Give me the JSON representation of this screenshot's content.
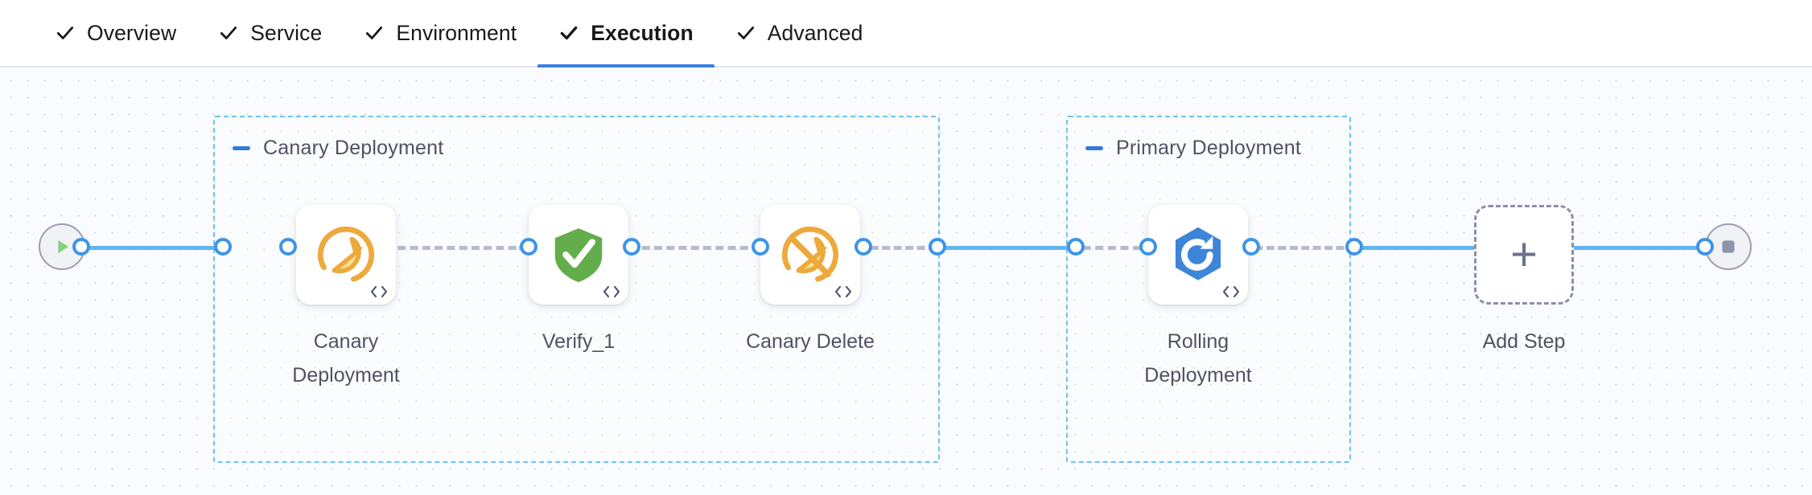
{
  "tabs": [
    {
      "label": "Overview",
      "icon": "check-icon",
      "active": false
    },
    {
      "label": "Service",
      "icon": "check-icon",
      "active": false
    },
    {
      "label": "Environment",
      "icon": "check-icon",
      "active": false
    },
    {
      "label": "Execution",
      "icon": "check-icon",
      "active": true
    },
    {
      "label": "Advanced",
      "icon": "check-icon",
      "active": false
    }
  ],
  "canvas": {
    "start_node": {
      "name": "pipeline-start",
      "icon": "play-icon"
    },
    "end_node": {
      "name": "pipeline-end",
      "icon": "stop-icon"
    },
    "groups": [
      {
        "title": "Canary Deployment",
        "collapse_icon": "minus-icon"
      },
      {
        "title": "Primary Deployment",
        "collapse_icon": "minus-icon"
      }
    ],
    "steps": [
      {
        "label": "Canary\nDeployment",
        "icon": "canary-bird-icon"
      },
      {
        "label": "Verify_1",
        "icon": "green-shield-check-icon"
      },
      {
        "label": "Canary Delete",
        "icon": "canary-bird-delete-icon"
      },
      {
        "label": "Rolling\nDeployment",
        "icon": "blue-hexagon-rollout-icon"
      }
    ],
    "add_step": {
      "label": "Add Step",
      "icon": "plus-icon"
    },
    "step_badge_icon": "code-icon"
  },
  "colors": {
    "accent_blue": "#3b7fe0",
    "link_blue": "#62b6ec",
    "group_border": "#6cc3f2",
    "canary_orange": "#efa93c",
    "verify_green": "#63ad4b",
    "rollout_blue": "#3d85d8",
    "canvas_bg": "#f9fbfe",
    "text_muted": "#4e5361"
  }
}
